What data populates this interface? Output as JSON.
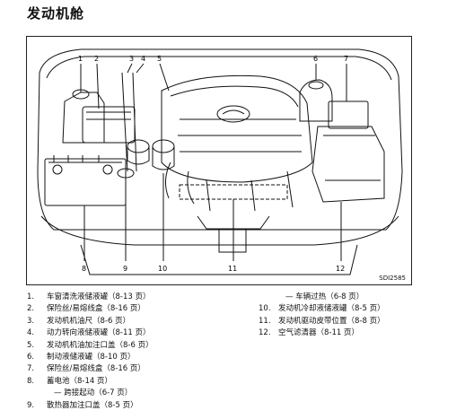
{
  "title": "发动机舱",
  "figure": {
    "code": "SDI2585",
    "callouts": [
      "1",
      "2",
      "3",
      "4",
      "5",
      "6",
      "7",
      "8",
      "9",
      "10",
      "11",
      "12"
    ]
  },
  "captions": {
    "left": [
      {
        "num": "1.",
        "text": "车窗清洗液储液罐（8-13 页）"
      },
      {
        "num": "2.",
        "text": "保险丝/易熔线盒（8-16 页）"
      },
      {
        "num": "3.",
        "text": "发动机机油尺（8-6 页）"
      },
      {
        "num": "4.",
        "text": "动力转向液储液罐（8-11 页）"
      },
      {
        "num": "5.",
        "text": "发动机机油加注口盖（8-6 页）"
      },
      {
        "num": "6.",
        "text": "制动液储液罐（8-10 页）"
      },
      {
        "num": "7.",
        "text": "保险丝/易熔线盒（8-16 页）"
      },
      {
        "num": "8.",
        "text": "蓄电池（8-14 页）"
      },
      {
        "num": "",
        "text": "— 跨接起动（6-7 页）"
      },
      {
        "num": "9.",
        "text": "散热器加注口盖（8-5 页）"
      }
    ],
    "right": [
      {
        "num": "",
        "text": "— 车辆过热（6-8 页）"
      },
      {
        "num": "10.",
        "text": "发动机冷却液储液罐（8-5 页）"
      },
      {
        "num": "11.",
        "text": "发动机驱动皮带位置（8-8 页）"
      },
      {
        "num": "12.",
        "text": "空气滤清器（8-11 页）"
      }
    ]
  }
}
